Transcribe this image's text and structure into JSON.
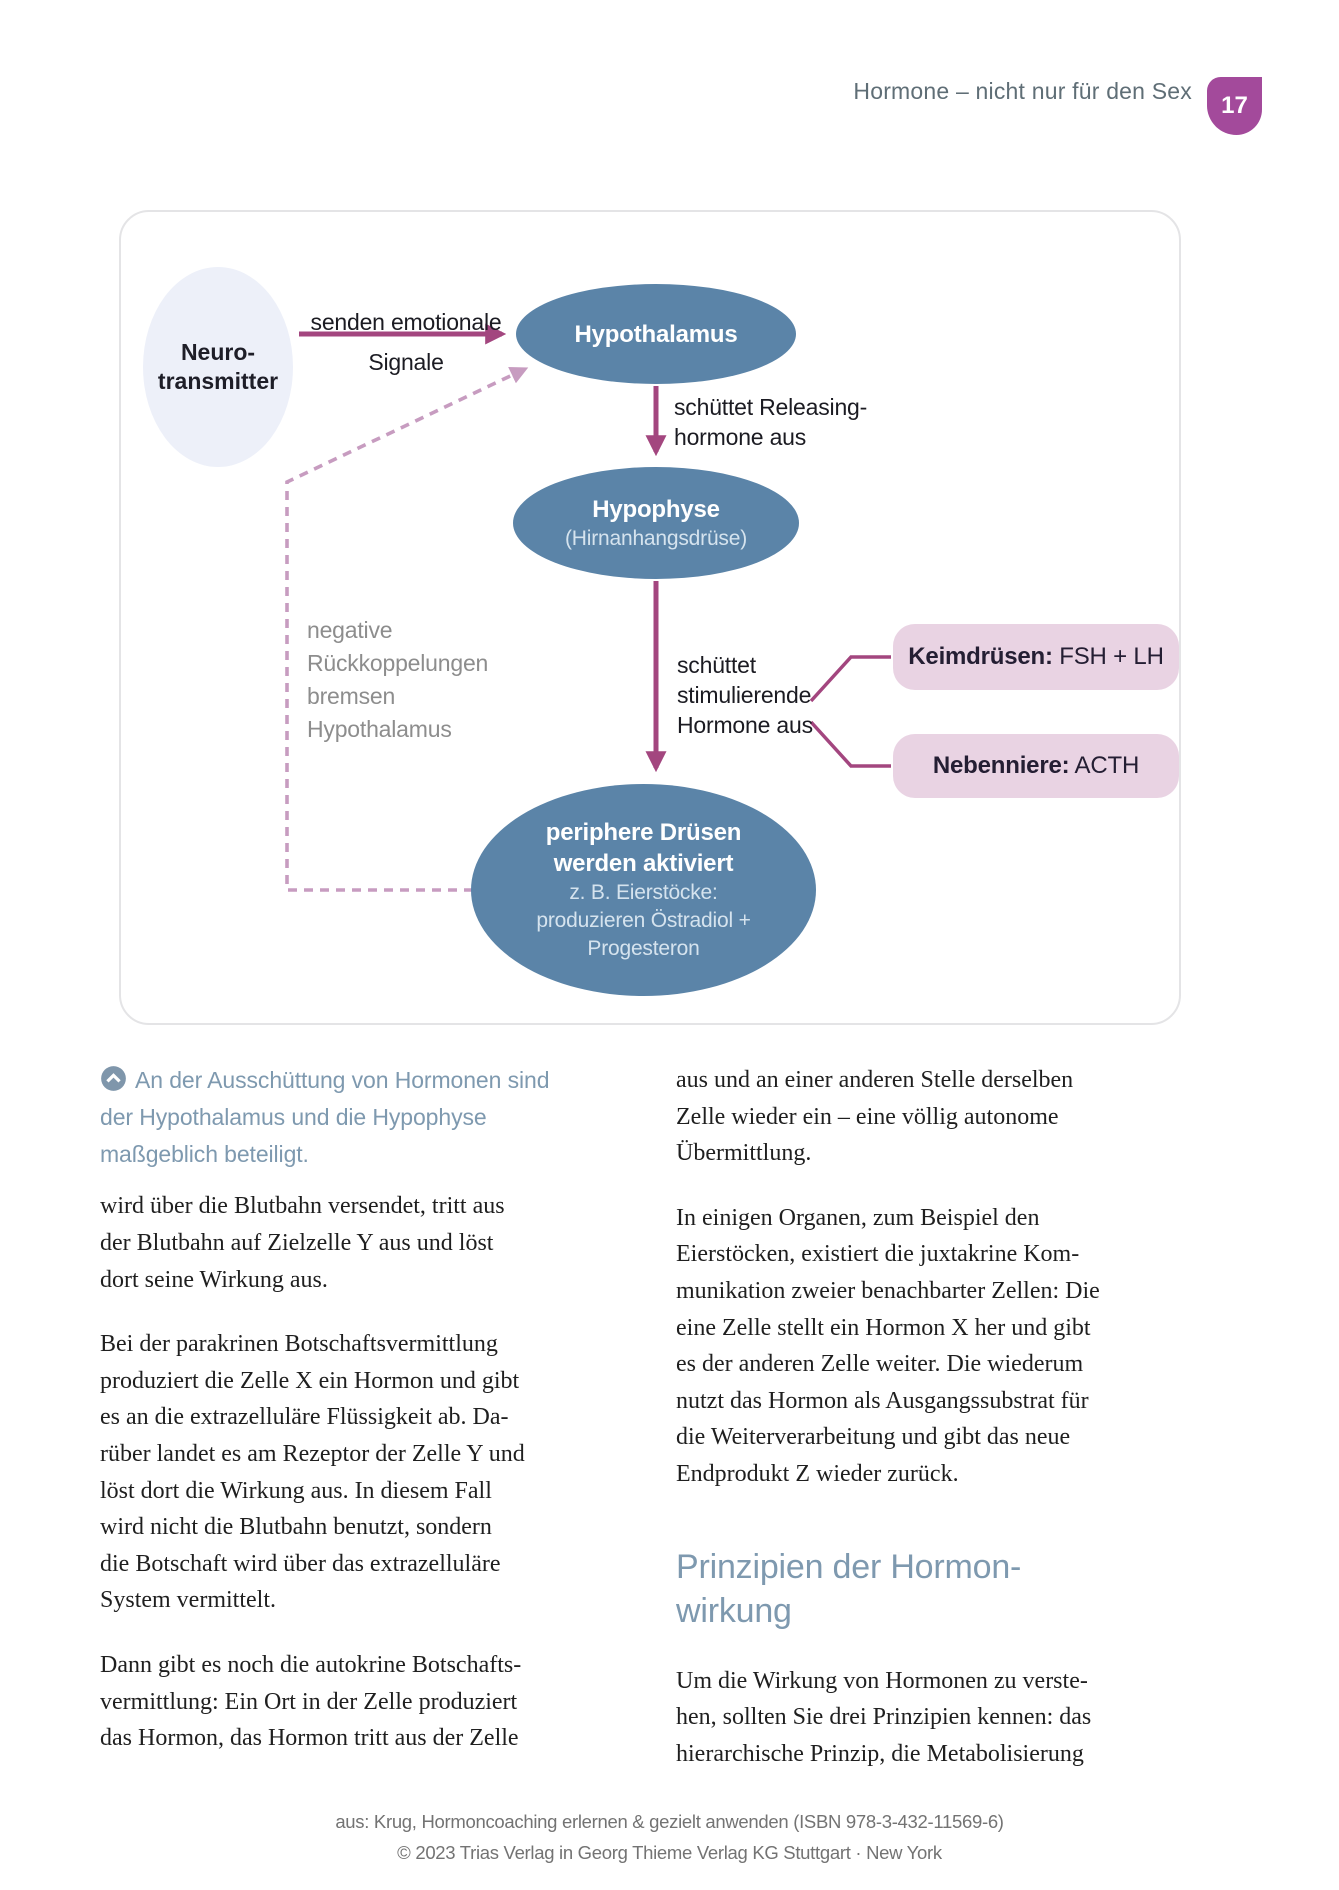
{
  "colors": {
    "accent_magenta": "#a3467f",
    "dashed_pink": "#c79cc0",
    "node_blue": "#5b84a8",
    "pill_pink": "#e9d3e3",
    "badge_magenta": "#a34a9b",
    "heading_blue": "#7e99af",
    "neuro_bg": "#edf0f9"
  },
  "header": {
    "title": "Hormone – nicht nur für den Sex",
    "page_number": "17"
  },
  "diagram": {
    "neuro_line1": "Neuro-",
    "neuro_line2": "transmitter",
    "arrow_emotional_top": "senden emotionale",
    "arrow_emotional_bottom": "Signale",
    "hypothalamus": "Hypothalamus",
    "releasing_line1": "schüttet Releasing-",
    "releasing_line2": "hormone aus",
    "hypophyse_title": "Hypophyse",
    "hypophyse_sub": "(Hirnanhangsdrüse)",
    "feedback_lines": [
      "negative",
      "Rückkoppelungen",
      "bremsen",
      "Hypothalamus"
    ],
    "stimulating_lines": [
      "schüttet",
      "stimulierende",
      "Hormone aus"
    ],
    "gonads_bold": "Keimdrüsen:",
    "gonads_rest": " FSH + LH",
    "adrenal_bold": "Nebenniere:",
    "adrenal_rest": " ACTH",
    "peripheral_line1": "periphere Drüsen",
    "peripheral_line2": "werden aktiviert",
    "peripheral_sub1": "z. B. Eierstöcke:",
    "peripheral_sub2": "produzieren Östradiol +",
    "peripheral_sub3": "Progesteron"
  },
  "caption": {
    "text": "An der Ausschüttung von Hormonen sind\nder Hypothalamus und die Hypophyse\nmaßgeblich beteiligt."
  },
  "body": {
    "left": [
      "wird über die Blutbahn versendet, tritt aus\nder Blutbahn auf Zielzelle Y aus und löst\ndort seine Wirkung aus.",
      "Bei der parakrinen Botschaftsvermittlung\nproduziert die Zelle X ein Hormon und gibt\nes an die extrazelluläre Flüssigkeit ab. Da-\nrüber landet es am Rezeptor der Zelle Y und\nlöst dort die Wirkung aus. In diesem Fall\nwird nicht die Blutbahn benutzt, sondern\ndie Botschaft wird über das extrazelluläre\nSystem vermittelt.",
      "Dann gibt es noch die autokrine Botschafts-\nvermittlung: Ein Ort in der Zelle produziert\ndas Hormon, das Hormon tritt aus der Zelle"
    ],
    "right_top": [
      "aus und an einer anderen Stelle derselben\nZelle wieder ein – eine völlig autonome\nÜbermittlung.",
      "In einigen Organen, zum Beispiel den\nEierstöcken, existiert die juxtakrine Kom-\nmunikation zweier benachbarter Zellen: Die\neine Zelle stellt ein Hormon X her und gibt\nes der anderen Zelle weiter. Die wiederum\nnutzt das Hormon als Ausgangssubstrat für\ndie Weiterverarbeitung und gibt das neue\nEndprodukt Z wieder zurück."
    ],
    "heading": "Prinzipien der Hormon-\nwirkung",
    "right_bottom": "Um die Wirkung von Hormonen zu verste-\nhen, sollten Sie drei Prinzipien kennen: das\nhierarchische Prinzip, die Metabolisierung"
  },
  "footer": {
    "line1": "aus: Krug, Hormoncoaching erlernen & gezielt anwenden (ISBN 978-3-432-11569-6)",
    "line2": "© 2023 Trias Verlag in Georg Thieme Verlag KG Stuttgart · New York"
  }
}
